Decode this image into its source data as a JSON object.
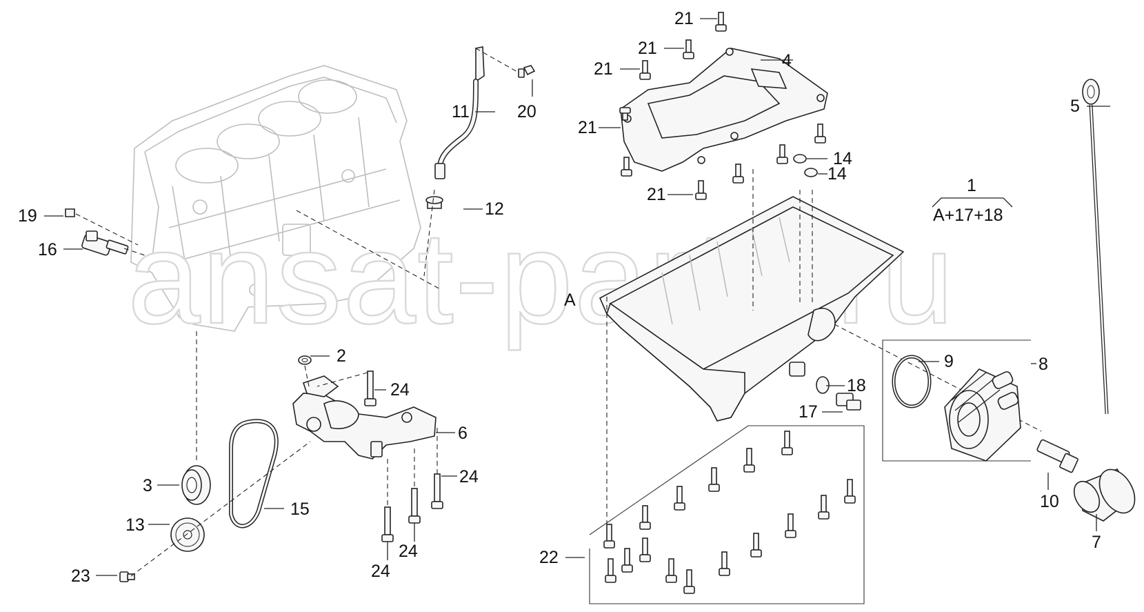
{
  "watermark": "ansat-parts.ru",
  "assembly": {
    "number": "1",
    "formula": "A+17+18"
  },
  "callouts": {
    "c2": "2",
    "c3": "3",
    "c4": "4",
    "c5": "5",
    "c6": "6",
    "c7": "7",
    "c8": "8",
    "c9": "9",
    "c10": "10",
    "c11": "11",
    "c12": "12",
    "c13": "13",
    "c14": "14",
    "c15": "15",
    "c16": "16",
    "c17": "17",
    "c18": "18",
    "c19": "19",
    "c20": "20",
    "c21": "21",
    "c22": "22",
    "c23": "23",
    "c24": "24",
    "cA": "A"
  }
}
